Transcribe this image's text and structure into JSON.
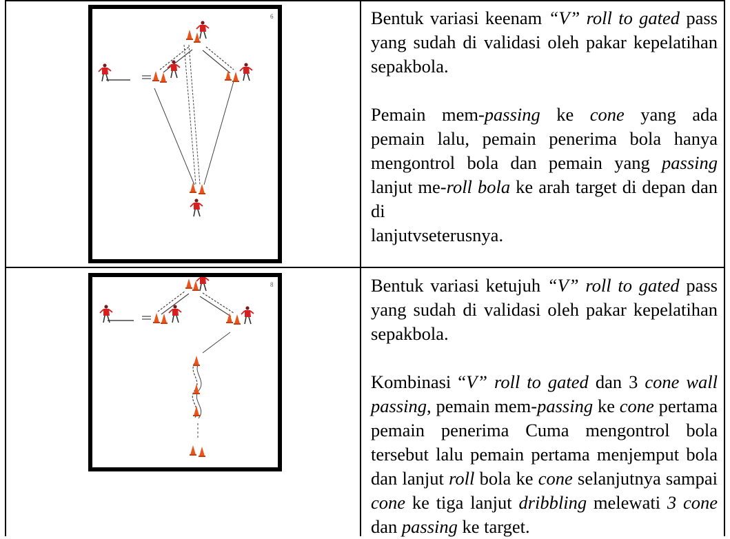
{
  "rows": [
    {
      "figure": {
        "icon": "soccer-drill-diagram-v-roll-gated-pass",
        "corner_label": "6"
      },
      "p1": {
        "a": "Bentuk variasi keenam ",
        "b_italic": "“V” roll to gated",
        "c": " pass yang sudah di validasi oleh pakar kepelatihan sepakbola."
      },
      "p2": {
        "a": "Pemain mem-",
        "b_italic": "passing",
        "c": " ke ",
        "d_italic": "cone",
        "e": " yang ada pemain lalu, pemain penerima bola hanya mengontrol bola dan pemain yang ",
        "f_italic": "passing",
        "g": " lanjut me-",
        "h_italic": "roll bola",
        "i": " ke arah target di depan dan di",
        "j": "lanjutvseterusnya."
      }
    },
    {
      "figure": {
        "icon": "soccer-drill-diagram-v-roll-gated-3-cone-wall-passing",
        "corner_label": "8"
      },
      "p1": {
        "a": "Bentuk variasi ketujuh ",
        "b_italic": "“V” roll to gated",
        "c": " pass yang sudah di validasi oleh pakar kepelatihan sepakbola."
      },
      "p2": {
        "a": "Kombinasi “",
        "b_italic": "V” roll to gated",
        "c": " dan 3 ",
        "d_italic": "cone wall passing",
        "e": ", pemain mem-",
        "f_italic": "passing",
        "g": " ke ",
        "h_italic": "cone",
        "i": " pertama pemain penerima Cuma mengontrol bola tersebut lalu pemain pertama menjemput bola dan lanjut ",
        "j_italic": "roll",
        "k": " bola ke ",
        "l_italic": "cone",
        "m": " selanjutnya sampai ",
        "n_italic": "cone",
        "o": " ke tiga lanjut ",
        "p_italic": "dribbling",
        "q": " melewati ",
        "r_italic": "3 cone",
        "s": " dan ",
        "t_italic": "passing",
        "u": " ke target."
      }
    }
  ]
}
